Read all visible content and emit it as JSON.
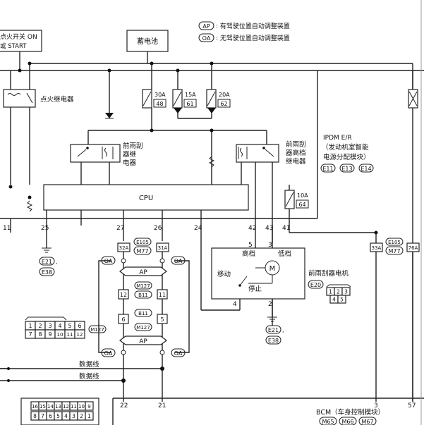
{
  "legend": {
    "ap_badge": "AP",
    "ap_text": ": 有驾驶位置自动调整装置",
    "oa_badge": "OA",
    "oa_text": ": 无驾驶位置自动调整装置"
  },
  "ignition": {
    "line1": "点火开关 ON",
    "line2": "或 START"
  },
  "battery": "蓄电池",
  "ignition_relay": "点火继电器",
  "fuses_top": [
    {
      "amp": "30A",
      "num": "48"
    },
    {
      "amp": "15A",
      "num": "61"
    },
    {
      "amp": "20A",
      "num": "62"
    }
  ],
  "front_wiper_relay": [
    "前雨刮",
    "器继",
    "电器"
  ],
  "wiper_hi_relay": [
    "前雨刮",
    "器高档",
    "继电器"
  ],
  "ipdm": {
    "line1": "IPDM E/R",
    "line2": "（发动机室智能",
    "line3": "电源分配模块）",
    "connectors": [
      "E11",
      "E13",
      "E14"
    ]
  },
  "cpu": "CPU",
  "fuse_64": {
    "amp": "10A",
    "num": "64"
  },
  "pins_ipdm": [
    "11",
    "25",
    "27",
    "26",
    "24",
    "42",
    "43",
    "41"
  ],
  "ground_left": [
    "E21",
    "E38"
  ],
  "connector_mid": {
    "left": "32A",
    "top": "E105",
    "right": "31A",
    "bottom": "M77"
  },
  "connector_right": {
    "left": "33A",
    "top": "E105",
    "right": "76A",
    "bottom": "M77"
  },
  "junction": {
    "oa": "OA",
    "ap": "AP",
    "m127": "M127",
    "b11": "B11",
    "pins_a": [
      "12",
      "11"
    ],
    "pins_b": [
      "6",
      "5"
    ]
  },
  "connector_grid_m127": {
    "label": "M127",
    "row1": [
      "1",
      "2",
      "3",
      "4",
      "5",
      "6"
    ],
    "row2": [
      "7",
      "8",
      "9",
      "10",
      "11",
      "12"
    ]
  },
  "motor": {
    "high": "高档",
    "low": "低档",
    "move": "移动",
    "stop": "停止",
    "pins": [
      "5",
      "3",
      "4",
      "2"
    ],
    "name": "前雨刮器电机",
    "connector": "E20",
    "grid_row1": [
      "1",
      "2",
      "3"
    ],
    "grid_row2": [
      "4",
      "5"
    ]
  },
  "ground_motor": [
    "E21",
    "E38"
  ],
  "data_lines": [
    "数据线",
    "数据线"
  ],
  "connector_grid_bottom": {
    "row1": [
      "16",
      "15",
      "14",
      "13",
      "12",
      "11",
      "10",
      "9"
    ],
    "row2": [
      "8",
      "7",
      "6",
      "5",
      "4",
      "3",
      "2",
      "1"
    ]
  },
  "pins_bcm": [
    "22",
    "21",
    "3",
    "57"
  ],
  "bcm": {
    "label": "BCM（车身控制模块）",
    "connectors": [
      "M65",
      "M66",
      "M67"
    ]
  }
}
